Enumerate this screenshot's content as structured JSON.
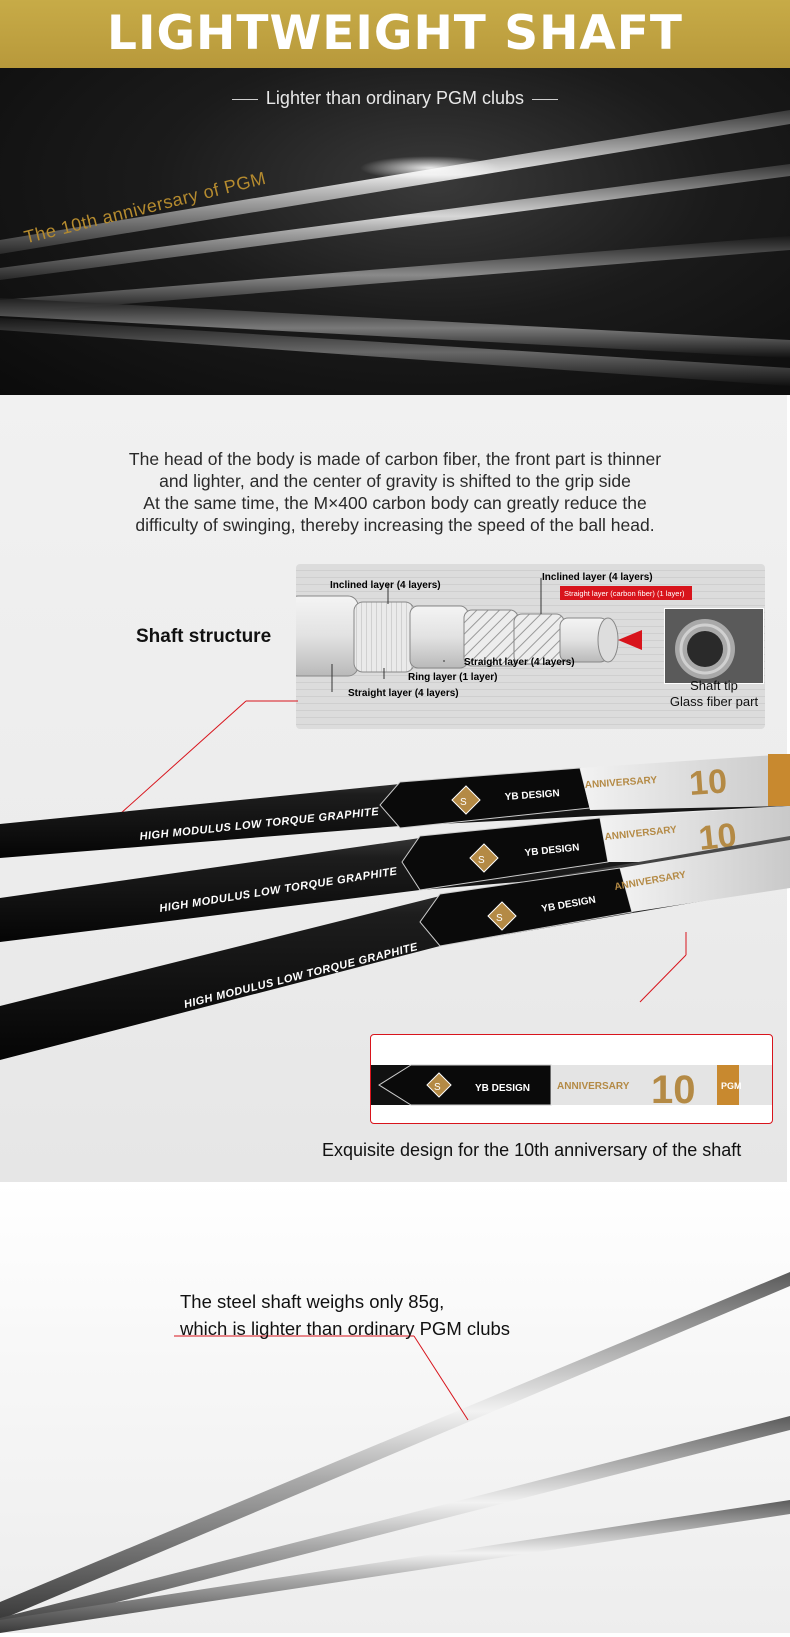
{
  "header": {
    "title": "LIGHTWEIGHT SHAFT"
  },
  "hero": {
    "subtitle": "Lighter than ordinary PGM clubs",
    "anniversary_text": "The 10th anniversary of PGM"
  },
  "info": {
    "body_lines": [
      "The head of the body is made of carbon fiber, the front part is thinner",
      "and lighter, and the center of gravity is shifted to the grip side",
      "At the same time, the M×400 carbon body can greatly reduce the",
      "difficulty of swinging, thereby increasing the speed of the ball head."
    ],
    "structure_label": "Shaft structure",
    "layers": {
      "inclined_1": "Inclined layer (4 layers)",
      "inclined_2": "Inclined layer (4 layers)",
      "straight_carbon": "Straight layer (carbon fiber) (1 layer)",
      "straight_1": "Straight layer (4 layers)",
      "ring": "Ring layer (1 layer)",
      "straight_2": "Straight layer (4 layers)"
    },
    "tip_lines": [
      "Shaft tip",
      "Glass fiber part"
    ],
    "shaft_print": "HIGH MODULUS LOW TORQUE GRAPHITE",
    "badge_letter": "S",
    "design_text": "YB DESIGN",
    "anniversary_word": "ANNIVERSARY",
    "ten": "10",
    "brand": "PGM",
    "caption": "Exquisite design for the 10th anniversary of the shaft"
  },
  "steel": {
    "lines": [
      "The steel shaft weighs only 85g,",
      "which is lighter than ordinary PGM clubs"
    ]
  },
  "colors": {
    "gold": "#c2a543",
    "red": "#d8141c",
    "dark": "#111111"
  }
}
